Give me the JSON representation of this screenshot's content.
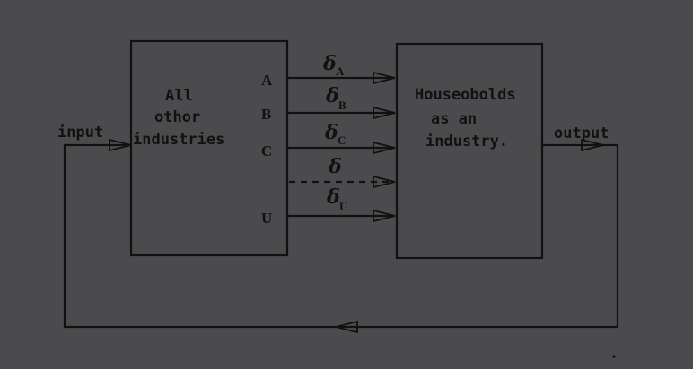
{
  "left_box": {
    "lines": [
      "All",
      "othor",
      "industries"
    ]
  },
  "right_box": {
    "lines": [
      "Houseobolds",
      "as an",
      "industry."
    ]
  },
  "ports": [
    "A",
    "B",
    "C",
    "U"
  ],
  "flows": [
    {
      "symbol": "δ",
      "subscript": "A"
    },
    {
      "symbol": "δ",
      "subscript": "B"
    },
    {
      "symbol": "δ",
      "subscript": "C"
    },
    {
      "symbol": "δ",
      "subscript": ""
    },
    {
      "symbol": "δ",
      "subscript": "U"
    }
  ],
  "input_label": "input",
  "output_label": "output"
}
